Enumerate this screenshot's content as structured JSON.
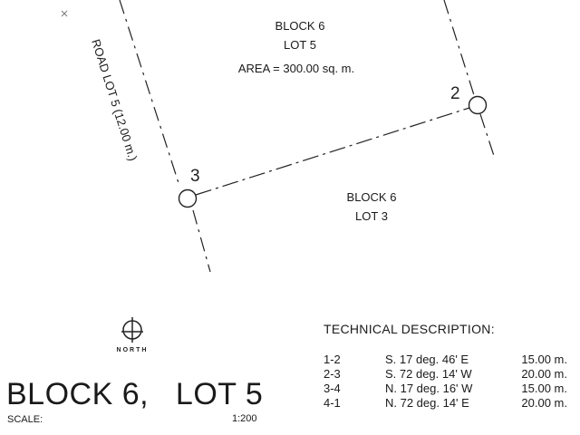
{
  "diagram": {
    "main_lot": {
      "block": "BLOCK 6",
      "lot": "LOT 5",
      "area": "AREA = 300.00 sq. m."
    },
    "adjacent_lot": {
      "block": "BLOCK 6",
      "lot": "LOT 3"
    },
    "road_label": "ROAD LOT 5 (12.00 m.)",
    "vertices": [
      {
        "id": "2",
        "label": "2"
      },
      {
        "id": "3",
        "label": "3"
      }
    ],
    "north_arrow": {
      "icon": "north-arrow-icon",
      "label": "NORTH"
    }
  },
  "title": "BLOCK 6,   LOT 5",
  "scale": {
    "label": "SCALE:",
    "value": "1:200"
  },
  "technical_description": {
    "heading": "TECHNICAL DESCRIPTION:",
    "rows": [
      {
        "line": "1-2",
        "bearing": "S. 17 deg. 46' E",
        "distance": "15.00 m."
      },
      {
        "line": "2-3",
        "bearing": "S. 72 deg. 14' W",
        "distance": "20.00 m."
      },
      {
        "line": "3-4",
        "bearing": "N. 17 deg. 16' W",
        "distance": "15.00 m."
      },
      {
        "line": "4-1",
        "bearing": "N. 72 deg. 14' E",
        "distance": "20.00 m."
      }
    ]
  }
}
